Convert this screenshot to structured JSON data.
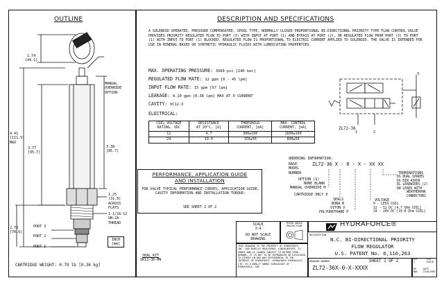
{
  "outline": {
    "title": "OUTLINE",
    "dim_top": "1.74",
    "dim_top_mm": "[44.1]",
    "manual_override": "MANUAL\nOVERRIDE\nOPTION",
    "dim_overall": "4.41",
    "dim_overall_mm": "[111.9]",
    "dim_overall_suffix": "MAX",
    "dim_body": "3.77",
    "dim_body_mm": "[95.7]",
    "dim_right": "3.38",
    "dim_right_mm": "[85.7]",
    "flats": "1.25",
    "flats_mm": "[31.8]",
    "flats_label": "ACROSS\nFLATS",
    "thread": "1 1/16-12\nUN-2A\nTHREAD",
    "dim_lower": "2.78",
    "dim_lower_mm": "[70.6]",
    "port3": "PORT 3",
    "port2": "PORT 2",
    "port1": "PORT 1",
    "units": "INCH\n[mm]",
    "weight": "CARTRIDGE WEIGHT: 0.79 lb [0.36 kg]",
    "seal_kit": "SEAL KIT",
    "seal_kit_no": "SK12-36-MN"
  },
  "description": {
    "title": "DESCRIPTION AND SPECIFICATIONS",
    "body": "A SOLENOID OPERATED, PRESSURE COMPENSATED, SPOOL TYPE, NORMALLY CLOSED PROPORTIONAL BI-DIRECTIONAL PRIORITY TYPE FLOW CONTROL VALVE PROVIDES PRIORITY REGULATED FLOW TO PORT (3) WITH INPUT AT PORT (1) AND BYPASS AT PORT (2), OR REGULATED FLOW FROM PORT (3) TO PORT (1) WITH INPUT TO PORT (1) BLOCKED. REGULATED FLOW IS PROPORTIONAL TO ELECTRIC CURRENT APPLIED TO SOLENOID. THE VALVE IS INTENDED FOR USE IN MINERAL BASED OR SYNTHETIC HYDRAULIC FLUIDS WITH LUBRICATING PROPERTIES."
  },
  "specs": [
    {
      "label": "MAX. OPERATING PRESSURE:",
      "value": "3500 psi [240 bar]"
    },
    {
      "label": "REGULATED FLOW RATE:",
      "value": "12 gpm [0 - 45 lpm]"
    },
    {
      "label": "INPUT FLOW RATE:",
      "value": "15 gpm [57 lpm]"
    },
    {
      "label": "LEAKAGE:",
      "value": "0.10 gpm [0.38 lpm] MAX AT 0 CURRENT"
    },
    {
      "label": "CAVITY:",
      "value": "VC12-3"
    }
  ],
  "electrical": {
    "title": "ELECTRICAL:",
    "headers": [
      "COIL VOLTAGE\nRATING, VDC",
      "RESISTANCE\nAT 20°C, [Ω]",
      "THRESHOLD\nCURRENT, [mA]",
      "MAX. CONTROL\nCURRENT, [mA]"
    ],
    "rows": [
      [
        "12",
        "4.7",
        "300±100",
        "1600±100"
      ],
      [
        "24",
        "19.0",
        "150±50",
        "800±50"
      ]
    ]
  },
  "symbol": {
    "label": "ZL72-36",
    "port1": "1",
    "port2": "2",
    "port3": "3"
  },
  "performance": {
    "title1": "PERFORMANCE, APPLICATION GUIDE",
    "title2": "AND INSTALLATION",
    "body": "FOR VALVE TYPICAL PERFORMANCE CURVES, APPLICATION GUIDE, CAVITY INFORMATION AND INSTALLATION TORQUE:",
    "ref": "SEE SHEET 2 OF 2"
  },
  "ordering": {
    "title": "ORDERING INFORMATION:",
    "base": "BASE\nMODEL\nNUMBER",
    "code": "ZL72-36 X - 0 - X - XX XX",
    "option": "OPTION (S)",
    "none": "NONE BLANK",
    "manual": "MANUAL OVERRIDE   M",
    "cartridge": "CARTRIDGE ONLY 0",
    "seals": "SEALS",
    "buna": "BUNA   N",
    "viton": "VITON   V",
    "poly": "POLYURETHANE  P",
    "terminations": "TERMINATIONS",
    "term_list": "DS DUAL SPADES\nDG DIN 43650\nDL LEADWIRES (2)\nDW LEADS WITH\n     WEATHERPAK\n     CONNECTORS",
    "voltage": "VOLTAGE",
    "volt_list": "0 - LESS COIL\n12 - 12 DC [4.7 Ohm COIL]\n24 - 24V DC [19.0 Ohm COIL]"
  },
  "titleblock": {
    "scale_label": "SCALE",
    "scale": "3:4",
    "noscale": "DO NOT SCALE\nDRAWING",
    "projection": "THIRD ANGLE\nPROJECTION",
    "disclaimer": "THIS DRAWING IS THE PROPERTY OF HYDRAFORCE, INC. 500 BARCLAY BOULEVARD, LINCOLNSHIRE, IL 60069 AND IS LOANED SUBJECT TO RETURN UPON DEMAND. IT IS NOT TO BE REPRODUCED OR DISCLOSED TO OTHERS IN ANY WAY DETRIMENTAL TO THE INTEREST OF HYDRAFORCE. HYDRAFORCE HYDRAULICS LTD. IS A WHOLLY OWNED SUBSIDIARY OF HYDRAFORCE, INC.",
    "brand": "HYDRAFORCE®",
    "desc_label": "DESCRIPTION",
    "desc1": "N.C. BI-DIRECTIONAL PRIORITY",
    "desc2": "FLOW REGULATOR",
    "patent": "U.S. PATENT No. 6,116,263",
    "drawing_label": "DRAWING NUMBER",
    "sheet": "SHEET 1 OF 2",
    "number": "ZL72-36X-0-X-XXXX",
    "rev": "REV\n2",
    "ecn": "ECN\n03078",
    "by": "BY\nNHS",
    "date": "DATE\n21JUL2003"
  }
}
